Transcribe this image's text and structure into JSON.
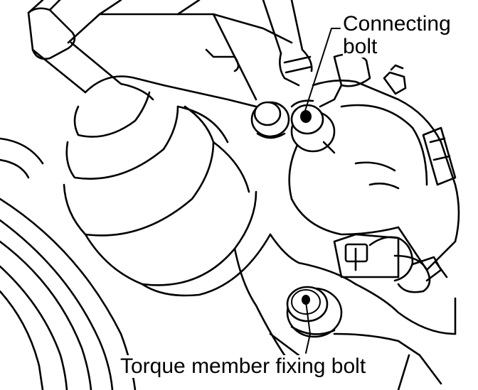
{
  "labels": {
    "connecting_bolt_line1": "Connecting",
    "connecting_bolt_line2": "bolt",
    "torque_member_fixing_bolt": "Torque member fixing bolt"
  }
}
